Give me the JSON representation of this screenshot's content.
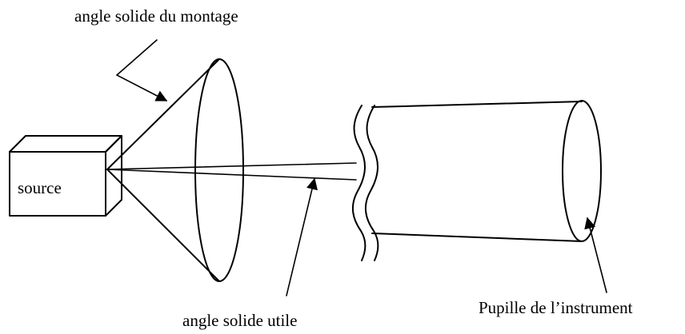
{
  "labels": {
    "source": "source",
    "mount_solid_angle": "angle solide du montage",
    "useful_solid_angle": "angle solide utile",
    "instrument_pupil": "Pupille de l’instrument"
  }
}
